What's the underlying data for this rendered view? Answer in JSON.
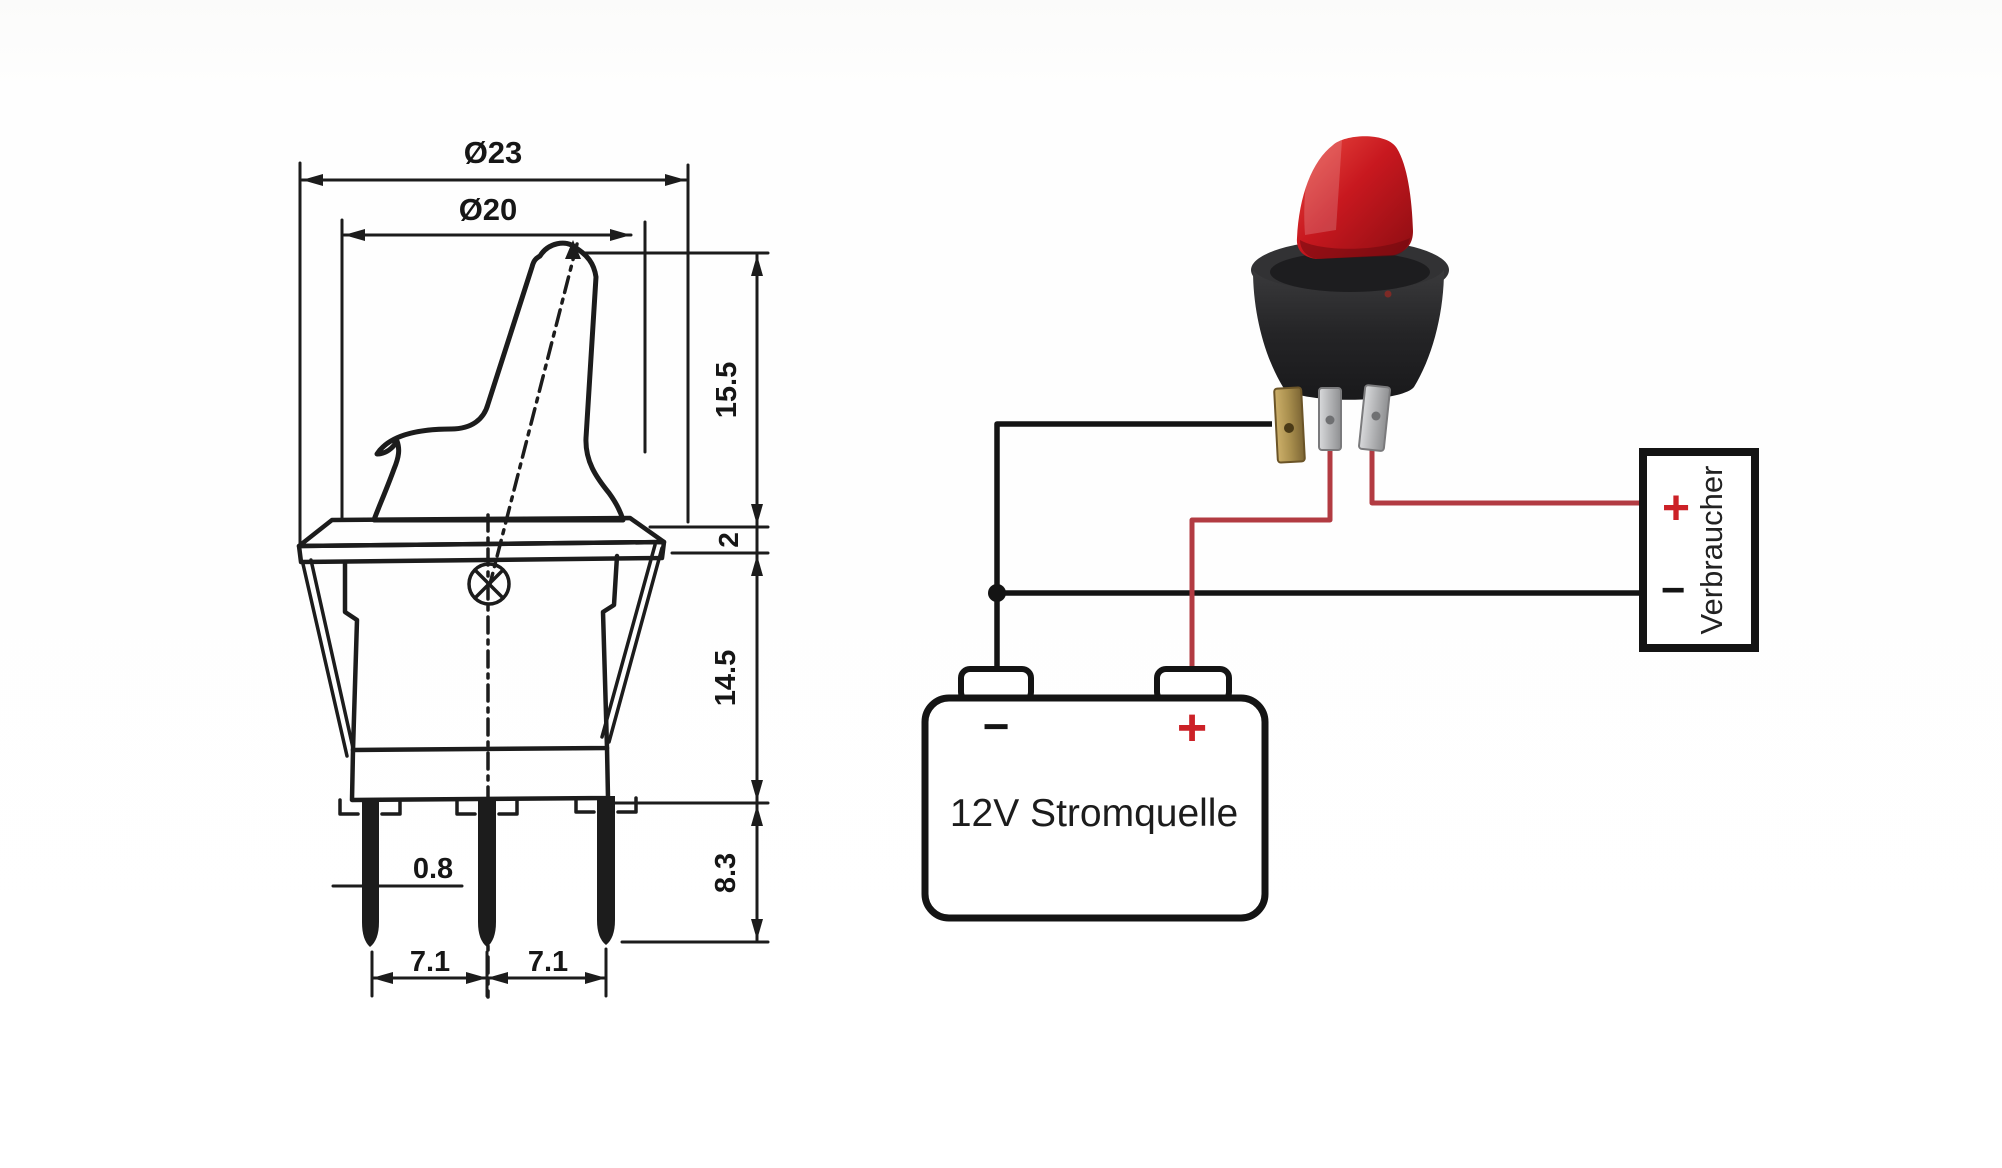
{
  "drawing": {
    "dim_diameter_outer": "Ø23",
    "dim_diameter_inner": "Ø20",
    "dim_height_upper": "15.5",
    "dim_flange_thickness": "2",
    "dim_body_height": "14.5",
    "dim_pin_length": "8.3",
    "dim_pin_thickness": "0.8",
    "dim_pin_spacing_1": "7.1",
    "dim_pin_spacing_2": "7.1"
  },
  "wiring": {
    "battery": {
      "label": "12V Stromquelle",
      "negative": "−",
      "positive": "+"
    },
    "load": {
      "label": "Verbraucher",
      "positive": "+",
      "negative": "−"
    },
    "colors": {
      "line_black": "#1c1c1c",
      "wire_black": "#141414",
      "wire_red": "#b23b42",
      "plus_red": "#cc2127",
      "knob_red": "#c0161d"
    }
  }
}
